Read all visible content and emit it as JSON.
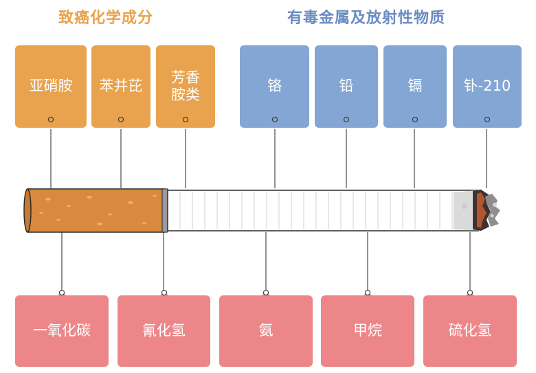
{
  "headings": {
    "carcinogens": "致癌化学成分",
    "metals": "有毒金属及放射性物质"
  },
  "carcinogens": [
    "亚硝胺",
    "苯并芘",
    "芳香\n胺类"
  ],
  "metals": [
    "铬",
    "铅",
    "镉",
    "钋-210"
  ],
  "gases": [
    "一氧化碳",
    "氰化氢",
    "氨",
    "甲烷",
    "硫化氢"
  ],
  "colors": {
    "carcinogen": "#E9A24D",
    "metal": "#83A6D4",
    "gas": "#ED8689",
    "filter": "#D98A3E",
    "paper": "#FFFFFF"
  }
}
